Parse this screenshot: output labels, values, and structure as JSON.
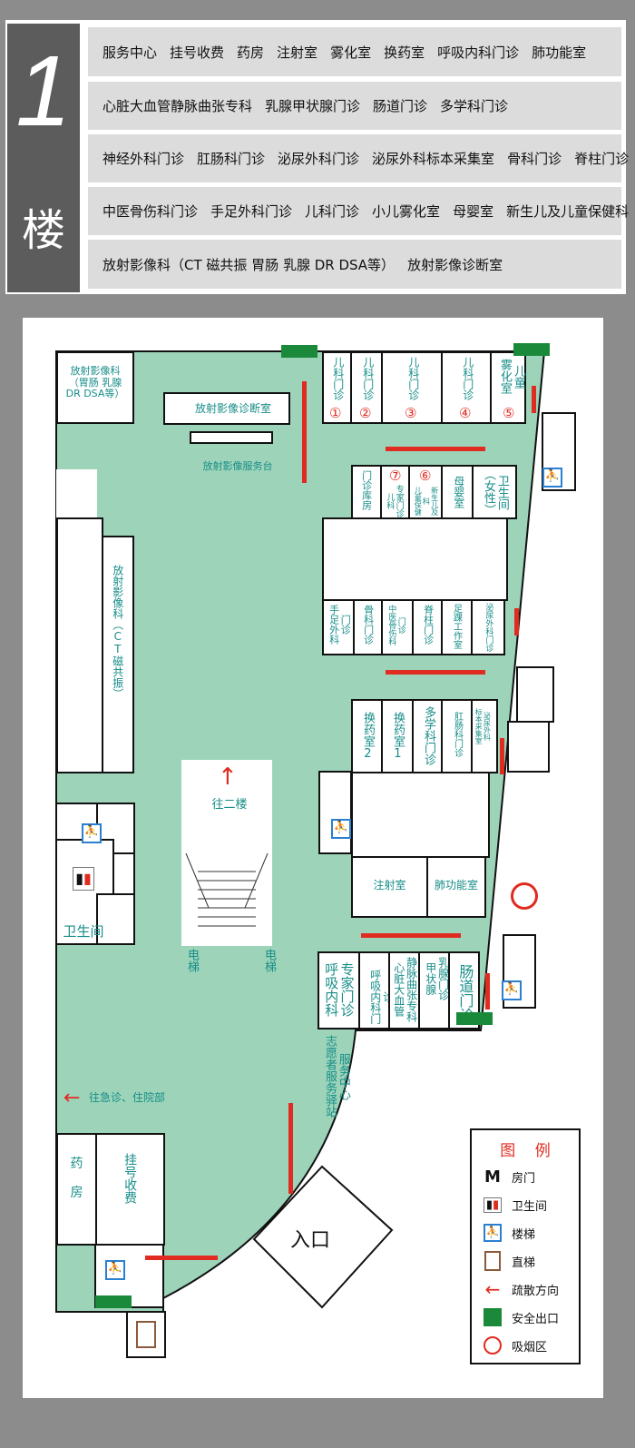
{
  "header": {
    "floor_number": "1",
    "floor_char": "楼",
    "rows": [
      [
        "服务中心",
        "挂号收费",
        "药房",
        "注射室",
        "雾化室",
        "换药室",
        "呼吸内科门诊",
        "肺功能室"
      ],
      [
        "心脏大血管静脉曲张专科",
        "乳腺甲状腺门诊",
        "肠道门诊",
        "多学科门诊"
      ],
      [
        "神经外科门诊",
        "肛肠科门诊",
        "泌尿外科门诊",
        "泌尿外科标本采集室",
        "骨科门诊",
        "脊柱门诊"
      ],
      [
        "中医骨伤科门诊",
        "手足外科门诊",
        "儿科门诊",
        "小儿雾化室",
        "母婴室",
        "新生儿及儿童保健科"
      ],
      [
        "放射影像科（CT 磁共振 胃肠 乳腺 DR DSA等）",
        "放射影像诊断室"
      ]
    ]
  },
  "rooms": {
    "radiology_top": "放射影像科\n（胃肠 乳腺\nDR DSA等）",
    "radiology_diag": "放射影像诊断室",
    "radiology_desk": "放射影像服务台",
    "radiology_ct": "放射影像科（CT磁共振）",
    "peds1": "儿科门诊",
    "peds2": "儿科门诊",
    "peds3": "儿科门诊",
    "peds4": "儿科门诊",
    "peds5": "雾化室\n儿童",
    "n1": "①",
    "n2": "②",
    "n3": "③",
    "n4": "④",
    "n5": "⑤",
    "n6": "⑥",
    "n7": "⑦",
    "storage": "门诊库房",
    "peds7": "儿科\n专家门诊",
    "peds6": "儿童保健科\n新生儿及",
    "mother": "母婴室",
    "women_wc": "（女性）\n卫生间",
    "hand_foot": "手足外科\n门诊",
    "ortho": "骨科门诊",
    "tcm_ortho": "中医骨伤科\n门诊",
    "spine": "脊柱门诊",
    "foot_ankle": "足踝工作室",
    "urology": "泌尿外科门诊",
    "dressing2": "换药室2",
    "dressing1": "换药室1",
    "mdt": "多学科门诊",
    "anorectal": "肛肠科门诊",
    "uro_sample": "标本采集室\n泌尿外科",
    "injection": "注射室",
    "lung": "肺功能室",
    "resp_expert": "呼吸内科\n专家门诊",
    "resp": "呼吸内科门诊",
    "vascular": "心脏大血管\n静脉曲张专科",
    "thyroid": "甲状腺\n乳腺门诊",
    "intestine": "肠道门诊",
    "service": "志愿者服务驿站\n服务中心",
    "pharmacy": "药\n\n房",
    "registration": "挂号收费",
    "restroom": "卫生间",
    "to_second": "往二楼",
    "elevator_left": "电梯",
    "elevator_right": "电梯",
    "to_emergency": "往急诊、住院部",
    "entrance": "入口"
  },
  "legend": {
    "title": "图    例",
    "items": [
      {
        "icon": "door-icon",
        "label": "房门"
      },
      {
        "icon": "restroom-icon",
        "label": "卫生间"
      },
      {
        "icon": "stairs-icon",
        "label": "楼梯"
      },
      {
        "icon": "elevator-icon",
        "label": "直梯"
      },
      {
        "icon": "evacuation-arrow-icon",
        "label": "疏散方向"
      },
      {
        "icon": "exit-icon",
        "label": "安全出口"
      },
      {
        "icon": "smoking-area-icon",
        "label": "吸烟区"
      }
    ]
  },
  "colors": {
    "corridor": "#9dd4b9",
    "text": "#168d88",
    "arrow": "#e02b20",
    "exit": "#1a8a3a"
  }
}
